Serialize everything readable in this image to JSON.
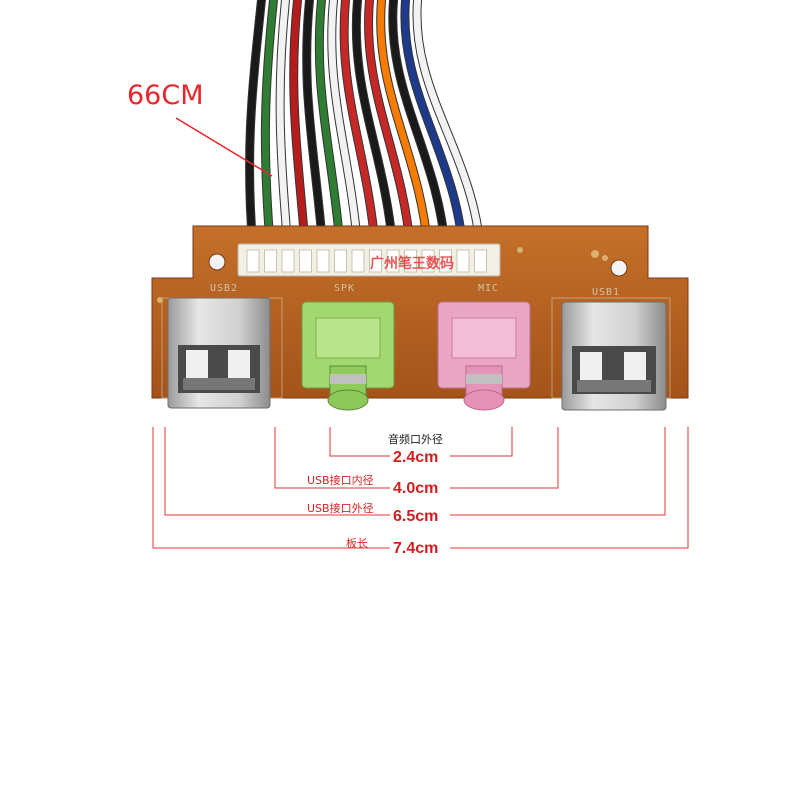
{
  "cable_length_label": "66CM",
  "watermark_text": "广州笔王数码",
  "board_labels": {
    "usb_left": "USB2",
    "speaker": "SPK",
    "mic": "MIC",
    "usb_right": "USB1"
  },
  "dimensions": [
    {
      "caption": "音频口外径",
      "value": "2.4cm"
    },
    {
      "caption": "USB接口内径",
      "value": "4.0cm"
    },
    {
      "caption": "USB接口外径",
      "value": "6.5cm"
    },
    {
      "caption": "板长",
      "value": "7.4cm"
    }
  ],
  "colors": {
    "annotation_red": "#e8262b",
    "pcb_brown": "#b8631f",
    "jack_green": "#9fd66a",
    "jack_pink": "#e8a2c0",
    "usb_metal": "#c7c7c7"
  },
  "wire_colors": [
    "#1a1a1a",
    "#2e7d32",
    "#f2f2f2",
    "#b71c1c",
    "#1a1a1a",
    "#2e7d32",
    "#f2f2f2",
    "#c62828",
    "#1a1a1a",
    "#c62828",
    "#f57c00",
    "#1a1a1a",
    "#1e3a8a",
    "#f2f2f2"
  ]
}
